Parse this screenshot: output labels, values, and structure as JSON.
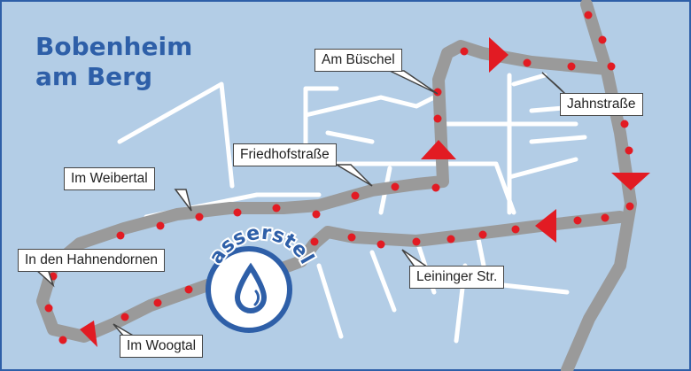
{
  "map": {
    "title_line1": "Bobenheim",
    "title_line2": "am Berg",
    "water_station_label": "Wasserstelle",
    "streets": {
      "am_bueschel": "Am Büschel",
      "jahnstrasse": "Jahnstraße",
      "friedhofstrasse": "Friedhofstraße",
      "im_weibertal": "Im Weibertal",
      "in_den_hahnendornen": "In den Hahnendornen",
      "leininger_str": "Leininger Str.",
      "im_woogtal": "Im Woogtal"
    },
    "colors": {
      "background": "#b3cde6",
      "street": "#ffffff",
      "route": "#9a9a9a",
      "route_dots": "#e21b23",
      "arrows": "#e21b23",
      "title": "#2e5fa8",
      "water_icon": "#2e5fa8"
    },
    "icons": [
      "water-drop-icon",
      "direction-arrow-icon"
    ]
  }
}
